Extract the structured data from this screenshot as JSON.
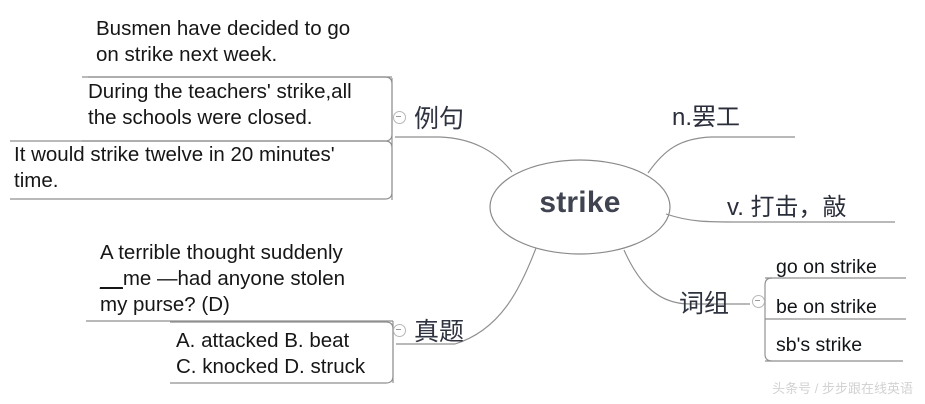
{
  "center": {
    "word": "strike"
  },
  "branches": {
    "examples": {
      "label": "例句",
      "toggle_icon": "collapse-minus-icon",
      "sentences": [
        "Busmen have decided to go\non strike next week.",
        "During the teachers' strike,all\nthe schools were closed.",
        "It would strike twelve in 20 minutes'\ntime."
      ]
    },
    "real_exam": {
      "label": "真题",
      "toggle_icon": "collapse-minus-icon",
      "question_stem_part1": "A terrible thought suddenly\n",
      "question_blank": "__",
      "question_stem_part2": "me —had anyone stolen\nmy purse? (D)",
      "options": "A. attacked  B. beat\nC. knocked  D. struck"
    },
    "definitions": [
      "n.罢工",
      "v. 打击，敲"
    ],
    "phrases": {
      "label": "词组",
      "toggle_icon": "collapse-minus-icon",
      "items": [
        "go on strike",
        "be on strike",
        "sb's strike"
      ]
    }
  },
  "watermark": "头条号 / 步步跟在线英语",
  "colors": {
    "line": "#8a8a8a",
    "text": "#161616",
    "center_text": "#3f4450",
    "label_text": "#2f3340",
    "watermark": "#d2d2d2",
    "background": "#ffffff"
  }
}
